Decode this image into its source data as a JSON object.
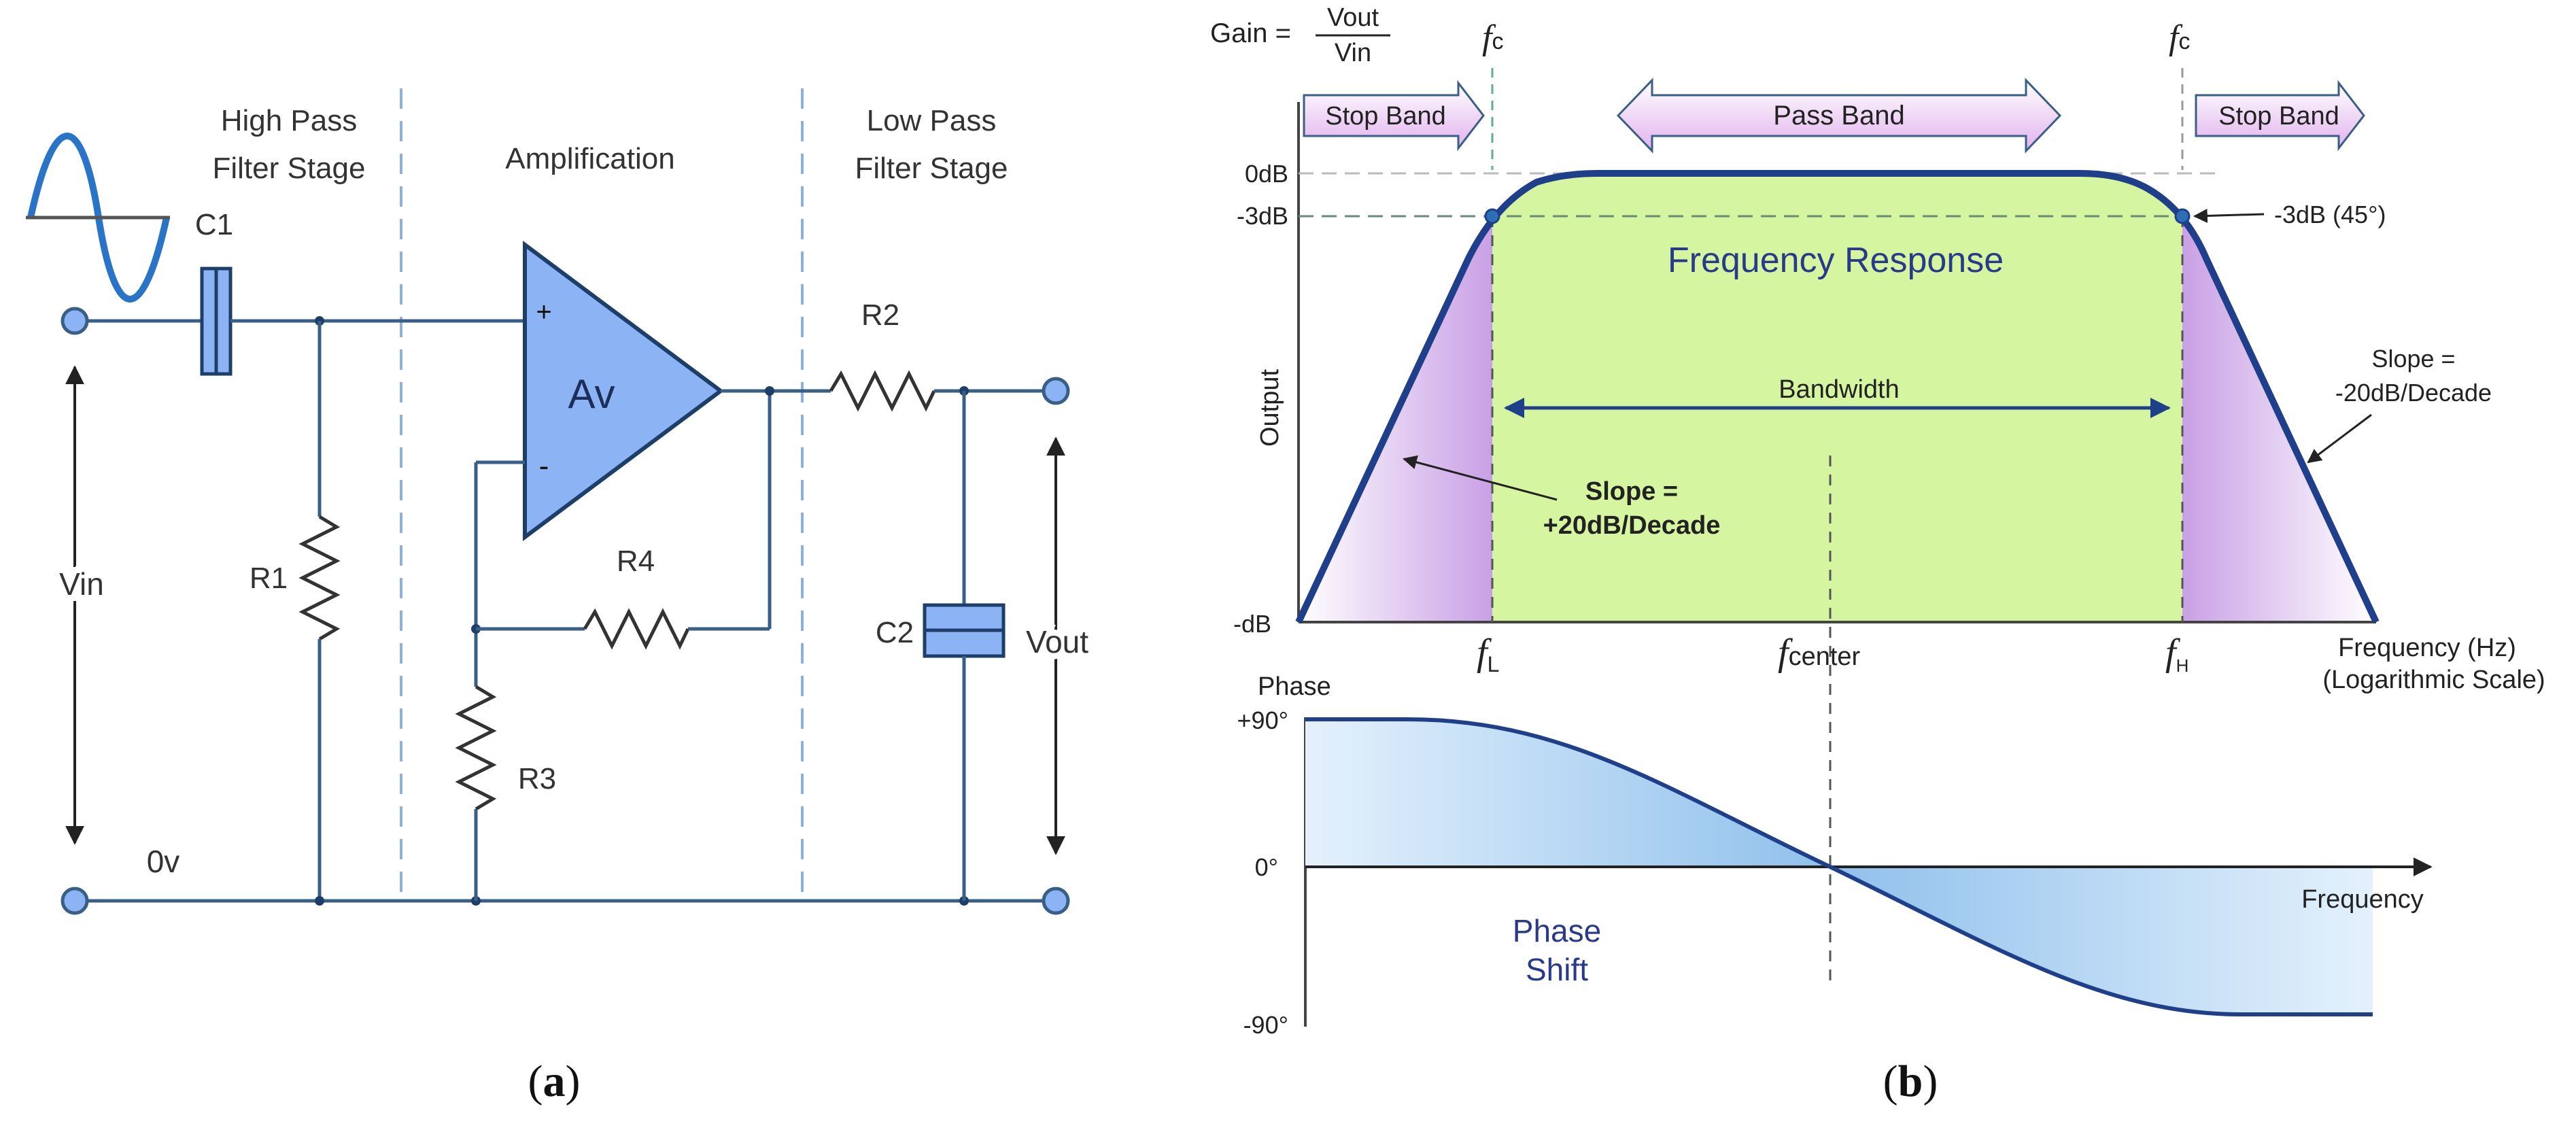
{
  "panel_a": {
    "caption": "(a)",
    "stages": {
      "hpf_line1": "High Pass",
      "hpf_line2": "Filter Stage",
      "amp": "Amplification",
      "lpf_line1": "Low Pass",
      "lpf_line2": "Filter Stage"
    },
    "components": {
      "c1": "C1",
      "c2": "C2",
      "r1": "R1",
      "r2": "R2",
      "r3": "R3",
      "r4": "R4",
      "opamp": "Av",
      "plus": "+",
      "minus": "-"
    },
    "signals": {
      "vin": "Vin",
      "vout": "Vout",
      "ground": "0v"
    }
  },
  "panel_b": {
    "caption": "(b)",
    "gain_label": "Gain =",
    "gain_num": "Vout",
    "gain_den": "Vin",
    "fc_f": "f",
    "fc_sub": "c",
    "stop_band": "Stop Band",
    "pass_band": "Pass Band",
    "db_labels": {
      "zero": "0dB",
      "minus3": "-3dB",
      "minus": "-dB"
    },
    "minus3_note": "-3dB (45°)",
    "freq_response": "Frequency Response",
    "bandwidth": "Bandwidth",
    "output_axis": "Output",
    "slope_left_l1": "Slope =",
    "slope_left_l2": "+20dB/Decade",
    "slope_right_l1": "Slope =",
    "slope_right_l2": "-20dB/Decade",
    "f_letter": "f",
    "fl_sub": "L",
    "fcenter_sub": "center",
    "fh_sub": "H",
    "freq_axis_l1": "Frequency (Hz)",
    "freq_axis_l2": "(Logarithmic Scale)",
    "phase_title": "Phase",
    "phase_plus90": "+90°",
    "phase_zero": "0°",
    "phase_minus90": "-90°",
    "phase_freq": "Frequency",
    "phase_shift_l1": "Phase",
    "phase_shift_l2": "Shift"
  },
  "colors": {
    "wire": "#3a5f86",
    "opamp_fill": "#8cb4f5",
    "pass_fill": "#d6f5a0",
    "stop_fill": "#c9a0e6",
    "curve": "#1f3f8a",
    "phase_fill": "#9cc6ee",
    "text_blue": "#2a3a8a",
    "band_arrow": "#e9bdf0",
    "bandwidth_arrow": "#1f3f8a"
  }
}
